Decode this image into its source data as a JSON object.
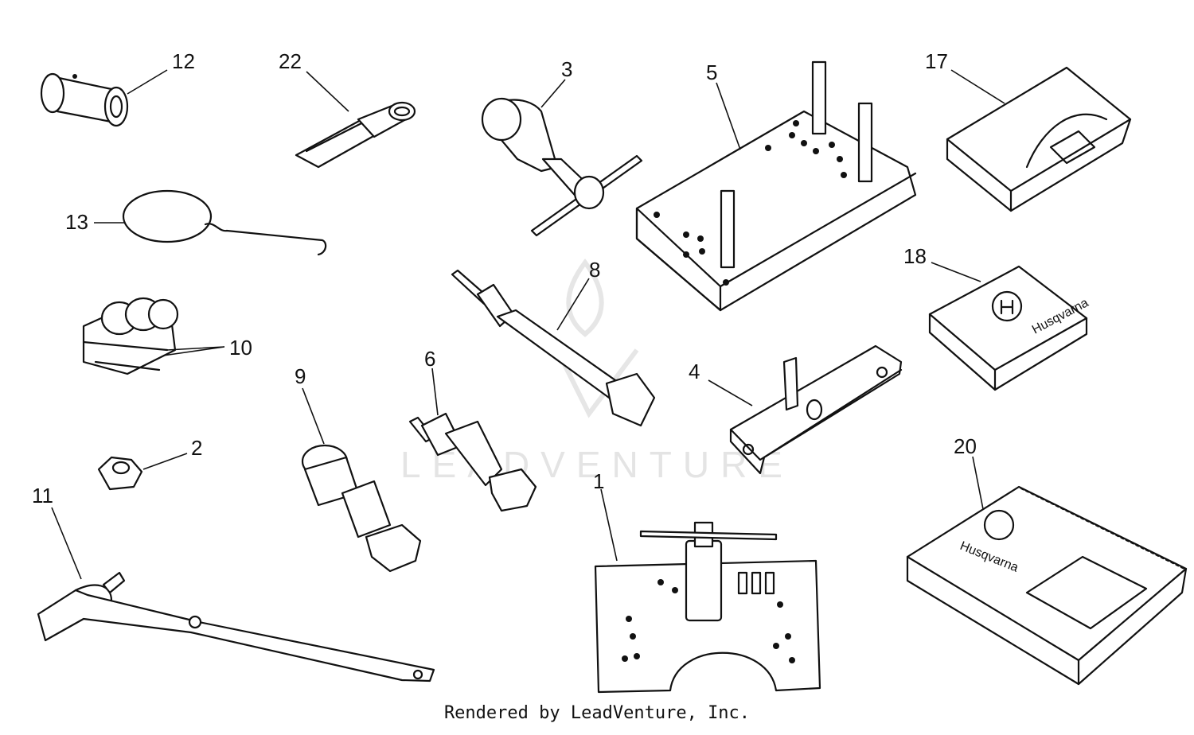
{
  "diagram": {
    "part_labels": [
      {
        "id": "p12",
        "text": "12"
      },
      {
        "id": "p22",
        "text": "22"
      },
      {
        "id": "p3",
        "text": "3"
      },
      {
        "id": "p5",
        "text": "5"
      },
      {
        "id": "p17",
        "text": "17"
      },
      {
        "id": "p13",
        "text": "13"
      },
      {
        "id": "p8",
        "text": "8"
      },
      {
        "id": "p18",
        "text": "18"
      },
      {
        "id": "p10",
        "text": "10"
      },
      {
        "id": "p9",
        "text": "9"
      },
      {
        "id": "p6",
        "text": "6"
      },
      {
        "id": "p4",
        "text": "4"
      },
      {
        "id": "p2",
        "text": "2"
      },
      {
        "id": "p1",
        "text": "1"
      },
      {
        "id": "p20",
        "text": "20"
      },
      {
        "id": "p11",
        "text": "11"
      }
    ],
    "manual_brand": "Husqvarna",
    "watermark": "LEADVENTURE"
  },
  "footer": {
    "credit": "Rendered by LeadVenture, Inc."
  }
}
